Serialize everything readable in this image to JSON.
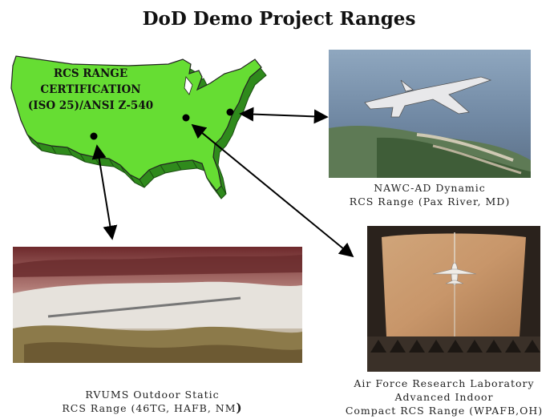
{
  "title": "DoD Demo Project Ranges",
  "map": {
    "label_line1": "RCS RANGE",
    "label_line2": "CERTIFICATION",
    "label_line3": "(ISO 25)/ANSI Z-540",
    "fill_color": "#66dd33",
    "side_color": "#2f8a1c"
  },
  "ranges": {
    "nawc": {
      "line1": "NAWC-AD Dynamic",
      "line2": "RCS Range (Pax River, MD)"
    },
    "rvums": {
      "line1": "RVUMS  Outdoor Static",
      "line2": "RCS Range (46TG, HAFB, NM",
      "line2_close": ")"
    },
    "afrl": {
      "line1": "Air Force Research  Laboratory",
      "line2": "Advanced Indoor",
      "line3": "Compact RCS Range (WPAFB,OH)"
    }
  }
}
